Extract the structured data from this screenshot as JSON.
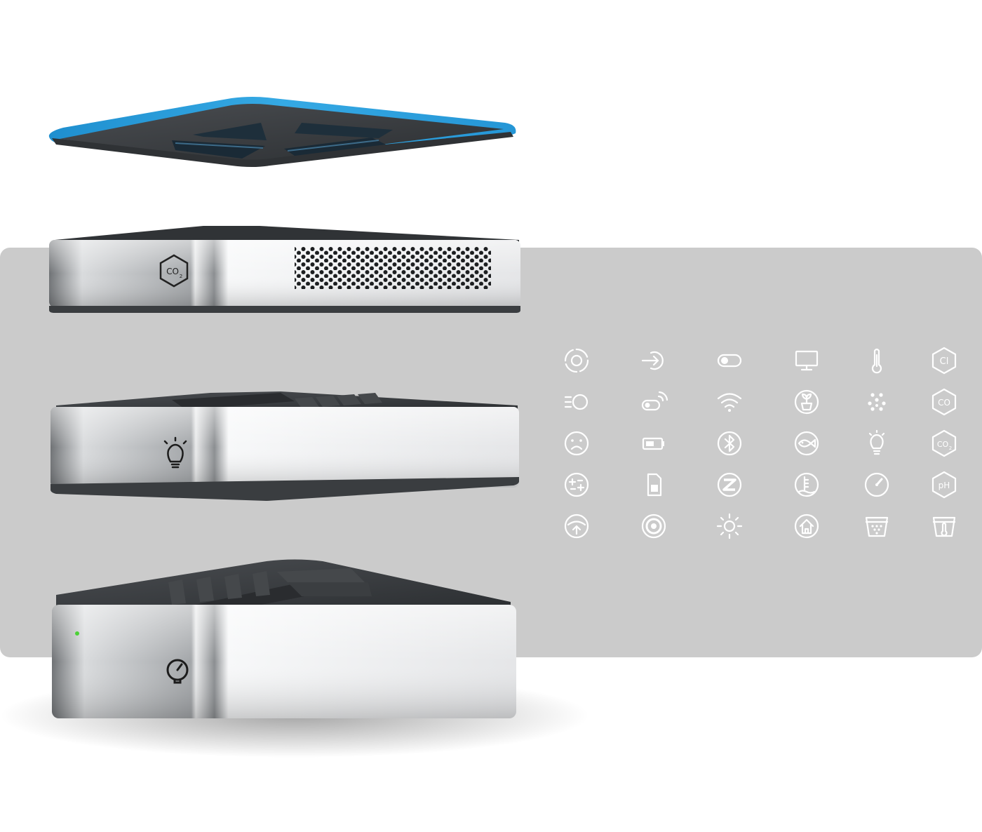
{
  "scene": {
    "colors": {
      "panel": "#cbcbcb",
      "accent_blue": "#2ea3dd",
      "dark_top": "#3a3d40",
      "metal_light": "#f4f5f6",
      "metal_dark": "#7f8285",
      "icon": "#ffffff",
      "led": "#4cd137"
    },
    "modules": [
      {
        "name": "lid",
        "icon": "none"
      },
      {
        "name": "co2-sensor-module",
        "icon": "co2-hexagon-icon",
        "label": "CO2"
      },
      {
        "name": "light-module",
        "icon": "light-bulb-icon"
      },
      {
        "name": "base-module",
        "icon": "gauge-icon",
        "indicator": "green-led"
      }
    ]
  },
  "icons": [
    [
      "target-ring-icon",
      "login-arrow-icon",
      "toggle-switch-icon",
      "monitor-icon",
      "thermometer-icon",
      "chlorine-hexagon-icon"
    ],
    [
      "fast-circle-icon",
      "toggle-signal-icon",
      "wifi-icon",
      "plant-pot-icon",
      "particles-icon",
      "co-hexagon-icon"
    ],
    [
      "sad-face-icon",
      "battery-icon",
      "bluetooth-icon",
      "fish-icon",
      "light-bulb-icon",
      "co2-hexagon-icon"
    ],
    [
      "plus-minus-icon",
      "sim-card-icon",
      "zwave-icon",
      "water-level-icon",
      "compass-icon",
      "ph-hexagon-icon"
    ],
    [
      "upload-circle-icon",
      "concentric-circles-icon",
      "sun-icon",
      "home-icon",
      "filter-icon",
      "water-temperature-icon"
    ]
  ],
  "icon_text": {
    "chlorine": "Cl",
    "co": "CO",
    "co2_main": "CO",
    "co2_sub": "2",
    "ph": "pH"
  }
}
